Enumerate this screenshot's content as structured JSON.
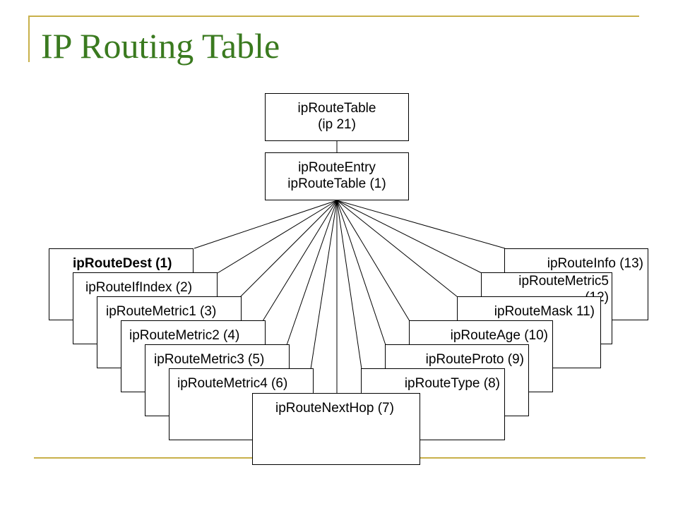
{
  "title": "IP Routing Table",
  "colors": {
    "accent": "#c8b04a",
    "title": "#3a7a1f"
  },
  "root": {
    "line1": "ipRouteTable",
    "line2": "(ip 21)"
  },
  "entry": {
    "line1": "ipRouteEntry",
    "line2": "ipRouteTable (1)"
  },
  "leaves": {
    "dest": "ipRouteDest (1)",
    "ifindex": "ipRouteIfIndex (2)",
    "metric1": "ipRouteMetric1 (3)",
    "metric2": "ipRouteMetric2 (4)",
    "metric3": "ipRouteMetric3 (5)",
    "metric4": "ipRouteMetric4 (6)",
    "nexthop": "ipRouteNextHop (7)",
    "type": "ipRouteType (8)",
    "proto": "ipRouteProto (9)",
    "age": "ipRouteAge (10)",
    "mask": "ipRouteMask 11)",
    "metric5": "ipRouteMetric5 (12)",
    "info": "ipRouteInfo (13)"
  }
}
